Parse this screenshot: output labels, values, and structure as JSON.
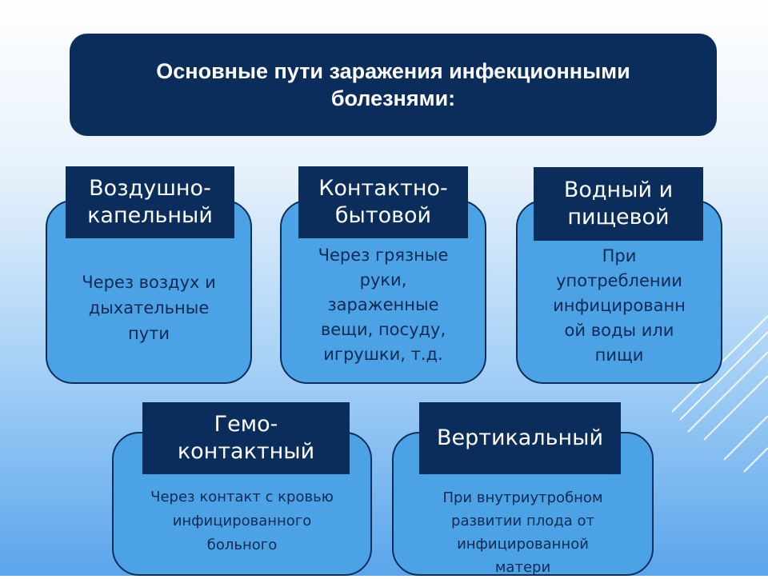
{
  "title": "Основные пути заражения инфекционными\nболезнями:",
  "routes": [
    {
      "name": "Воздушно-\nкапельный",
      "description": "Через воздух и\nдыхательные\nпути"
    },
    {
      "name": "Контактно-\nбытовой",
      "description": "Через грязные\nруки,\nзараженные\nвещи, посуду,\nигрушки, т.д."
    },
    {
      "name": "Водный и\nпищевой",
      "description": "При\nупотреблении\nинфицированн\nой воды или\nпищи"
    },
    {
      "name": "Гемо-\nконтактный",
      "description": "Через контакт с кровью\nинфицированного\nбольного"
    },
    {
      "name": "Вертикальный",
      "description": "При внутриутробном\nразвитии плода от\nинфицированной\nматери"
    }
  ],
  "colors": {
    "dark_navy": "#0b2d5c",
    "card_blue": "#4ba3e6",
    "card_text": "#0d2a52"
  }
}
